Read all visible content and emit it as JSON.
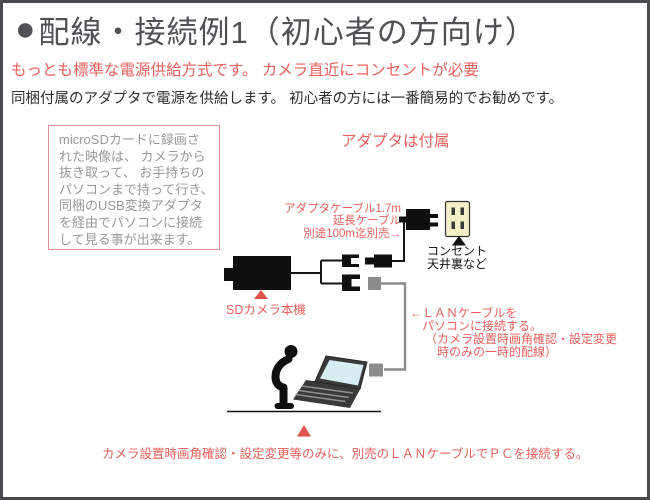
{
  "header": {
    "bullet": "●",
    "title": "配線・接続例1（初心者の方向け）",
    "subtitle_red": "もっとも標準な電源供給方式です。 カメラ直近にコンセントが必要",
    "subtitle_black": "同梱付属のアダプタで電源を供給します。 初心者の方には一番簡易的でお勧めです。"
  },
  "note_box": {
    "lines": [
      "microSDカードに録画さ",
      "れた映像は、 カメラから",
      "抜き取って、 お手持ちの",
      "パソコンまで持って行き、",
      "同梱のUSB変換アダプタ",
      "を経由でパソコンに接続",
      "して見る事が出来ます。"
    ]
  },
  "diagram": {
    "adapter_included_label": "アダプタは付属",
    "adapter_cable_lines": [
      "アダプタケーブル1.7m",
      "延長ケーブル",
      "別途100m迄別売→"
    ],
    "outlet_label_lines": [
      "コンセント",
      "天井裏など"
    ],
    "camera_label": "SDカメラ本機",
    "lan_note_lines": [
      "←ＬＡＮケーブルを",
      "パソコンに接続する。",
      "（カメラ設置時画角確認・設定変更",
      "時のみの一時的配線）"
    ],
    "bottom_note": "カメラ設置時画角確認・設定変更等のみに、別売のＬＡＮケーブルでＰＣを接続する。"
  },
  "colors": {
    "frame_border": "#4a4a4e",
    "title_gray": "#515155",
    "accent_red": "#e8605c",
    "triangle_red": "#e0524c",
    "note_border_red": "#e09090",
    "note_text_gray": "#989898",
    "wire_black": "#161616",
    "wire_gray": "#8b8b8b",
    "outlet_cream": "#f6f0c8",
    "laptop_screen_blue": "#d8edf1"
  }
}
